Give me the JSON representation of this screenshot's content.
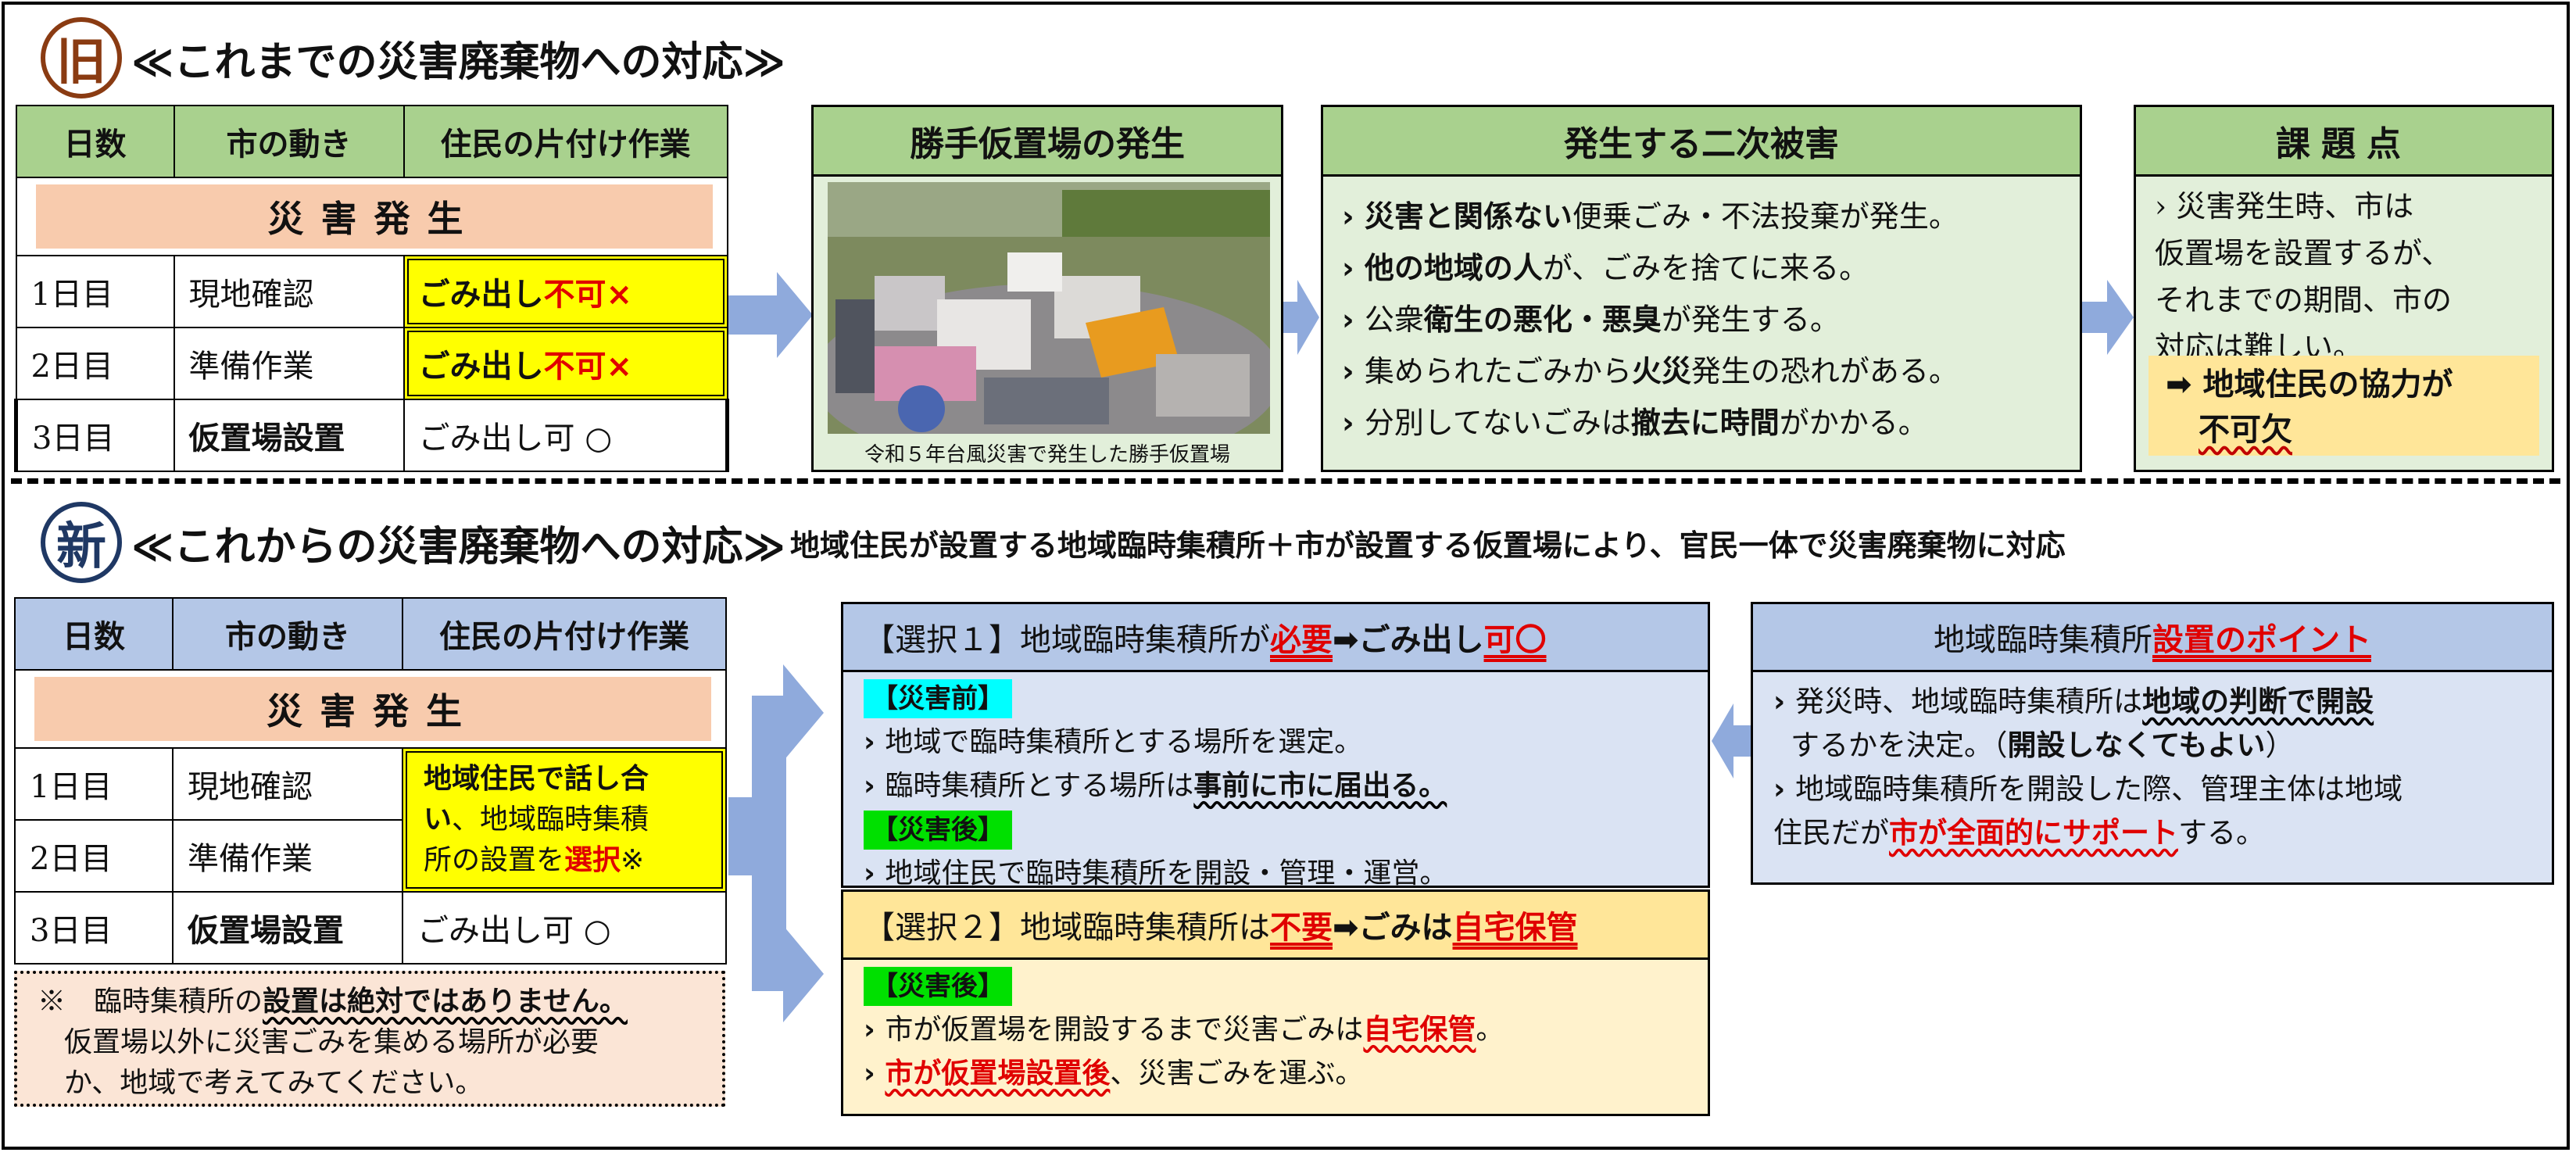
{
  "old": {
    "title": "≪これまでの災害廃棄物への対応≫",
    "badge": "旧",
    "table": {
      "headers": [
        "日数",
        "市の動き",
        "住民の片付け作業"
      ],
      "disaster": "災害発生",
      "rows": [
        {
          "day": "1日目",
          "action": "現地確認",
          "res_a": "ごみ出し",
          "res_b": "不可×"
        },
        {
          "day": "2日目",
          "action": "準備作業",
          "res_a": "ごみ出し",
          "res_b": "不可×"
        },
        {
          "day": "3日目",
          "action": "仮置場設置",
          "res": "ごみ出し可 ○"
        }
      ]
    },
    "panel_photo": {
      "title": "勝手仮置場の発生",
      "caption": "令和５年台風災害で発生した勝手仮置場"
    },
    "panel_damage": {
      "title": "発生する二次被害",
      "items": [
        {
          "b": "災害と関係ない",
          "t": "便乗ごみ・不法投棄が発生。"
        },
        {
          "b": "他の地域の人",
          "t": "が、ごみを捨てに来る。"
        },
        {
          "pre": "公衆",
          "b": "衛生の悪化・悪臭",
          "t": "が発生する。"
        },
        {
          "pre": "集められたごみから",
          "b": "火災",
          "t": "発生の恐れがある。"
        },
        {
          "pre": "分別してないごみは",
          "b": "撤去に時間",
          "t": "がかかる。"
        }
      ]
    },
    "panel_issue": {
      "title": "課題点",
      "lines": [
        "› 災害発生時、市は",
        "仮置場を設置するが、",
        " それまでの期間、市の",
        "対応は難しい。"
      ],
      "conclusion_1": "➡ 地域住民の協力が",
      "conclusion_2": "不可欠"
    }
  },
  "new": {
    "badge": "新",
    "title": "≪これからの災害廃棄物への対応≫",
    "subtitle": "地域住民が設置する地域臨時集積所＋市が設置する仮置場により、官民一体で災害廃棄物に対応",
    "table": {
      "headers": [
        "日数",
        "市の動き",
        "住民の片付け作業"
      ],
      "disaster": "災害発生",
      "rows": [
        {
          "day": "1日目",
          "action": "現地確認"
        },
        {
          "day": "2日目",
          "action": "準備作業"
        },
        {
          "day": "3日目",
          "action": "仮置場設置",
          "res": "ごみ出し可 ○"
        }
      ],
      "merged_1": "地域住民で話し合",
      "merged_2": "い",
      "merged_3": "、地域臨時集積",
      "merged_4": "所の設置を",
      "merged_5": "選択",
      "merged_6": "※"
    },
    "note": {
      "l1_pre": "※　臨時集積所の",
      "l1_b": "設置は絶対ではありません。",
      "l2": "仮置場以外に災害ごみを集める場所が必要",
      "l3": "か、地域で考えてみてください。"
    },
    "sel1": {
      "h_pre": "【選択１】地域臨時集積所が",
      "h_red": "必要",
      "h_mid": "➡ごみ出し",
      "h_red2": "可〇",
      "tag_before": "【災害前】",
      "b1": "地域で臨時集積所とする場所を選定。",
      "b2_pre": "臨時集積所とする場所は",
      "b2_b": "事前に市に届出る。",
      "tag_after": "【災害後】",
      "b3": "地域住民で臨時集積所を開設・管理・運営。"
    },
    "sel2": {
      "h_pre": "【選択２】地域臨時集積所は",
      "h_red": "不要",
      "h_mid": "➡ごみは",
      "h_red2": "自宅保管",
      "tag_after": "【災害後】",
      "b1_pre": "市が仮置場を開設するまで災害ごみは",
      "b1_red": "自宅保管",
      "b1_post": "。",
      "b2_red": "市が仮置場設置後",
      "b2_post": "、災害ごみを運ぶ。"
    },
    "point": {
      "h_pre": "地域臨時集積所",
      "h_red": "設置のポイント",
      "l1_pre": "発災時、地域臨時集積所は",
      "l1_b": "地域の判断で開設",
      "l2_pre": "するかを決定。（",
      "l2_b": "開設しなくてもよい",
      "l2_post": "）",
      "l3": "地域臨時集積所を開設した際、管理主体は地域",
      "l4_pre": "住民だが",
      "l4_red": "市が全面的にサポート",
      "l4_post": "する。"
    }
  }
}
